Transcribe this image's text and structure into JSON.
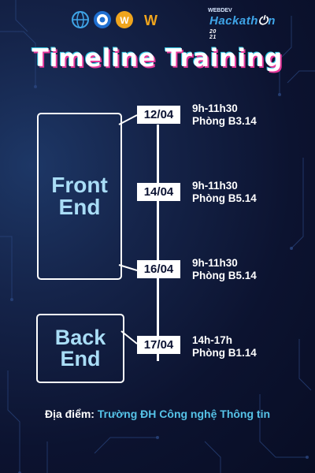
{
  "header": {
    "brand_small": "WEBDEV",
    "brand_wordmark": "Hackath",
    "brand_year": "20\n21"
  },
  "title": "Timeline Training",
  "groups": [
    {
      "line1": "Front",
      "line2": "End"
    },
    {
      "line1": "Back",
      "line2": "End"
    }
  ],
  "sessions": [
    {
      "date": "12/04",
      "time": "9h-11h30",
      "room": "Phòng B3.14"
    },
    {
      "date": "14/04",
      "time": "9h-11h30",
      "room": "Phòng B5.14"
    },
    {
      "date": "16/04",
      "time": "9h-11h30",
      "room": "Phòng B5.14"
    },
    {
      "date": "17/04",
      "time": "14h-17h",
      "room": "Phòng B1.14"
    }
  ],
  "footer": {
    "label": "Địa điểm:",
    "venue": "Trường ĐH Công nghệ Thông tin"
  },
  "colors": {
    "background": "#0c1330",
    "accent_cyan": "#56c3e8",
    "group_text": "#a9ddf6",
    "title_shadow_pink": "#e6399b"
  }
}
